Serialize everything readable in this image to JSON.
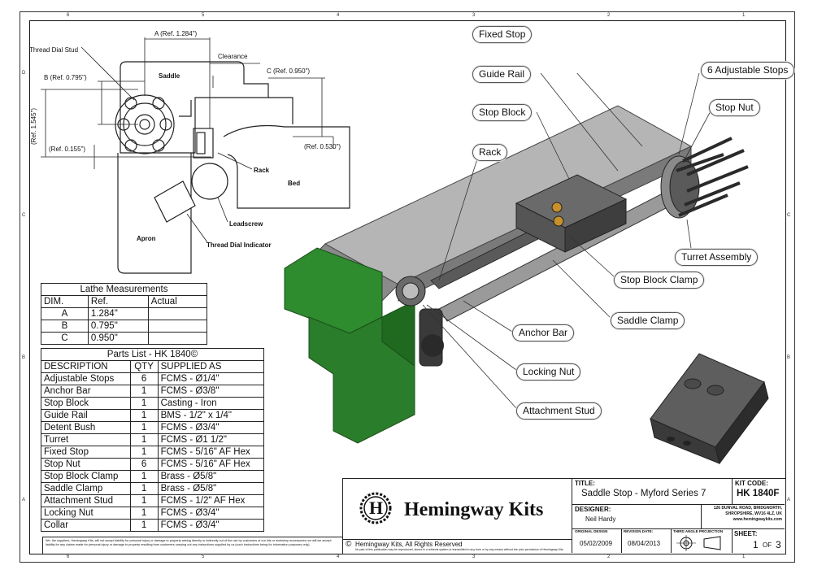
{
  "zones": {
    "columns": [
      "6",
      "5",
      "4",
      "3",
      "2",
      "1"
    ],
    "rows": [
      "D",
      "C",
      "B",
      "A"
    ]
  },
  "section_drawing": {
    "labels": {
      "thread_dial_stud": "Thread Dial Stud",
      "dim_a": "A (Ref. 1.284\")",
      "clearance": "Clearance",
      "dim_b": "B (Ref. 0.795\")",
      "saddle": "Saddle",
      "dim_c": "C (Ref. 0.950\")",
      "ref_1545": "(Ref. 1.545\")",
      "ref_0155": "(Ref. 0.155\")",
      "ref_0530": "(Ref. 0.530\")",
      "rack": "Rack",
      "bed": "Bed",
      "leadscrew": "Leadscrew",
      "apron": "Apron",
      "thread_dial_indicator": "Thread Dial Indicator"
    }
  },
  "lathe_measurements": {
    "title": "Lathe Measurements",
    "headers": [
      "DIM.",
      "Ref.",
      "Actual"
    ],
    "rows": [
      [
        "A",
        "1.284\"",
        ""
      ],
      [
        "B",
        "0.795\"",
        ""
      ],
      [
        "C",
        "0.950\"",
        ""
      ]
    ]
  },
  "parts_list": {
    "title": "Parts List - HK 1840©",
    "headers": [
      "DESCRIPTION",
      "QTY",
      "SUPPLIED AS"
    ],
    "rows": [
      [
        "Adjustable Stops",
        "6",
        "FCMS - Ø1/4\""
      ],
      [
        "Anchor Bar",
        "1",
        "FCMS - Ø3/8\""
      ],
      [
        "Stop Block",
        "1",
        "Casting - Iron"
      ],
      [
        "Guide Rail",
        "1",
        "BMS - 1/2\" x 1/4\""
      ],
      [
        "Detent Bush",
        "1",
        "FCMS - Ø3/4\""
      ],
      [
        "Turret",
        "1",
        "FCMS - Ø1 1/2\""
      ],
      [
        "Fixed Stop",
        "1",
        "FCMS - 5/16\" AF Hex"
      ],
      [
        "Stop Nut",
        "6",
        "FCMS - 5/16\" AF Hex"
      ],
      [
        "Stop Block Clamp",
        "1",
        "Brass - Ø5/8\""
      ],
      [
        "Saddle Clamp",
        "1",
        "Brass - Ø5/8\""
      ],
      [
        "Attachment Stud",
        "1",
        "FCMS - 1/2\" AF Hex"
      ],
      [
        "Locking Nut",
        "1",
        "FCMS - Ø3/4\""
      ],
      [
        "Collar",
        "1",
        "FCMS - Ø3/4\""
      ]
    ]
  },
  "callouts": {
    "fixed_stop": "Fixed Stop",
    "guide_rail": "Guide Rail",
    "adjustable_stops": "6 Adjustable Stops",
    "stop_nut": "Stop Nut",
    "stop_block": "Stop Block",
    "rack": "Rack",
    "turret_assembly": "Turret Assembly",
    "stop_block_clamp": "Stop Block Clamp",
    "saddle_clamp": "Saddle Clamp",
    "anchor_bar": "Anchor Bar",
    "locking_nut": "Locking Nut",
    "attachment_stud": "Attachment Stud"
  },
  "title_block": {
    "logo_letter": "H",
    "company": "Hemingway Kits",
    "title_label": "TITLE:",
    "title_value": "Saddle Stop - Myford Series 7",
    "kit_code_label": "KIT CODE:",
    "kit_code_value": "HK 1840F",
    "designer_label": "DESIGNER:",
    "designer_value": "Neil Hardy",
    "address_1": "126 DUNVAL ROAD, BRIDGNORTH,",
    "address_2": "SHROPSHIRE, WV16 4LZ, UK",
    "address_3": "www.hemingwaykits.com",
    "original_design_label": "ORIGINAL DESIGN",
    "original_design_value": "05/02/2009",
    "revision_date_label": "REVISION DATE:",
    "revision_date_value": "08/04/2013",
    "projection_label": "THIRD ANGLE PROJECTION",
    "sheet_label": "SHEET:",
    "sheet_value": "1",
    "sheet_of": "OF",
    "sheet_total": "3",
    "copyright": "Hemingway Kits, All Rights Reserved",
    "copyright_fine": "No part of this publication may be reproduced, stored in a retrieval system or transmitted in any form or by any means without the prior permission of Hemingway Kits",
    "disclaimer": "We, the suppliers, Hemingway Kits, will not accept liability for personal injury or damage to property arising directly or indirectly out of the use by customers of our kits or workshop accessories nor will we accept liability for any claims made for personal injury or damage to property resulting from customers carrying out any instructions supplied by us (such instructions being for information purposes only)."
  },
  "colors": {
    "green_part": "#2e8b2e",
    "steel": "#9a9a9a",
    "dark_steel": "#3a3a3a",
    "brass": "#c8902a"
  }
}
